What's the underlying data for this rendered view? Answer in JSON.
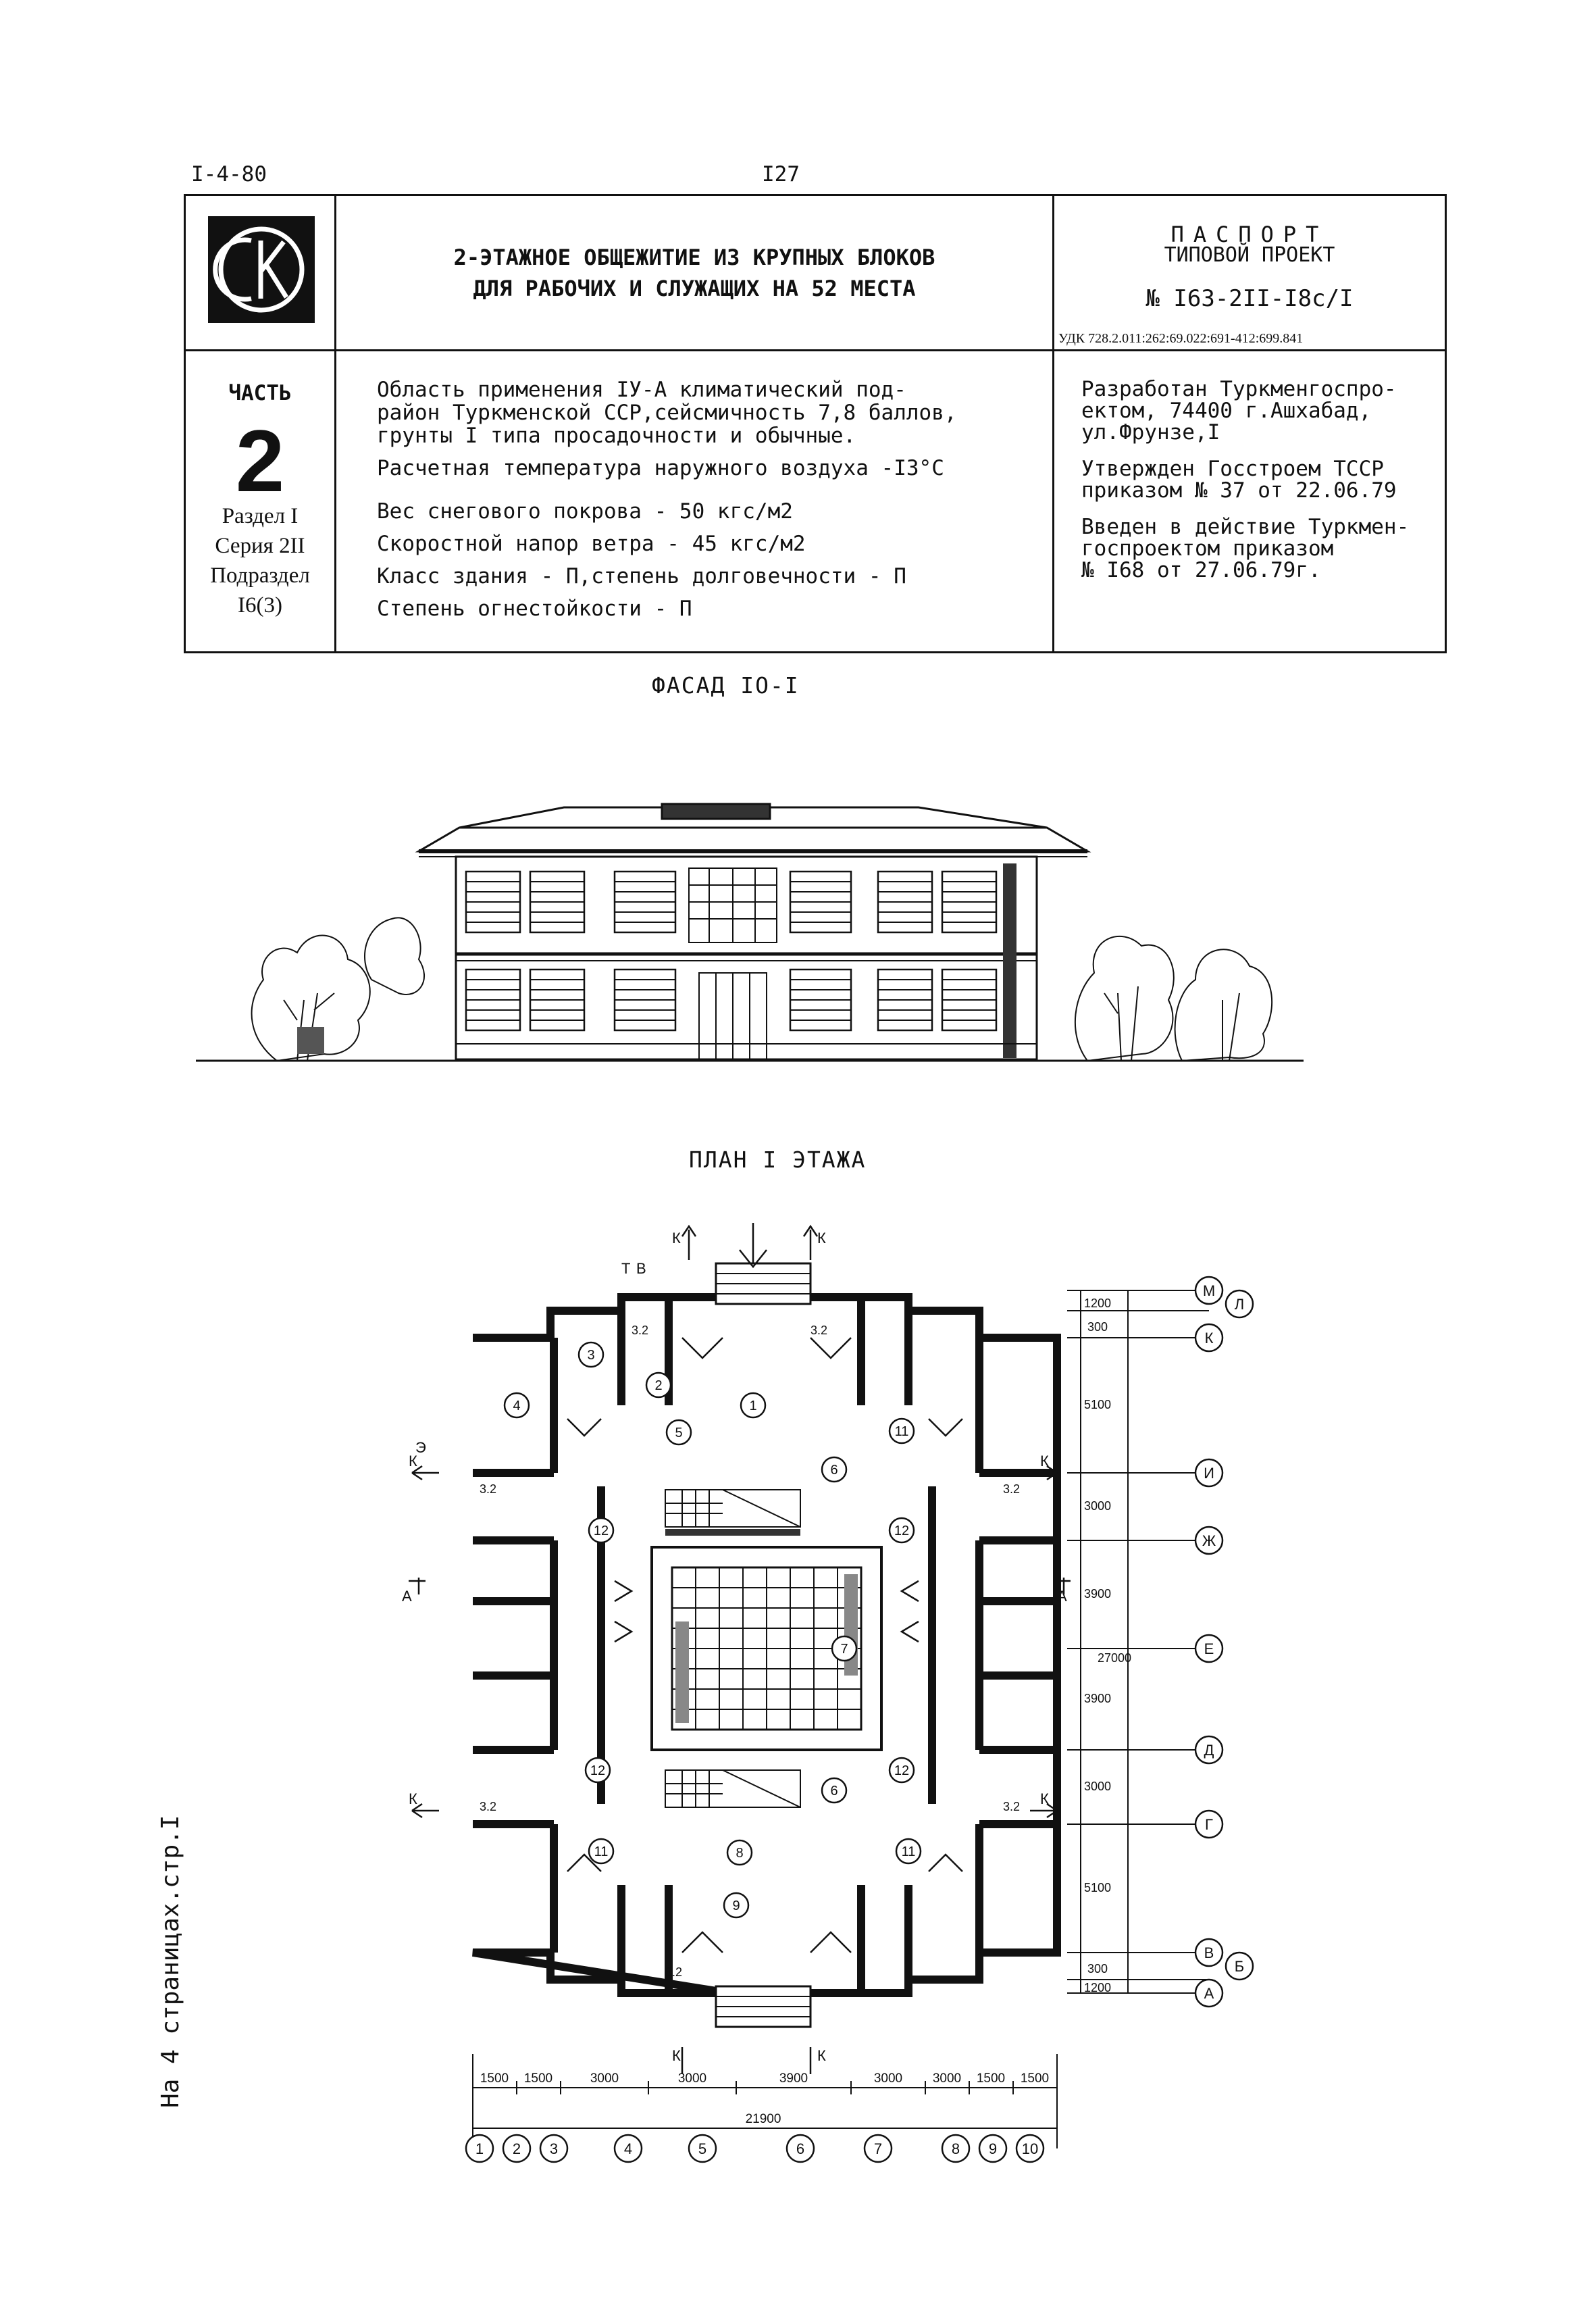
{
  "header": {
    "series_code": "I-4-80",
    "page_number": "I27"
  },
  "passport": {
    "logo_text": "СК",
    "title_line1": "2-ЭТАЖНОЕ ОБЩЕЖИТИЕ ИЗ КРУПНЫХ БЛОКОВ",
    "title_line2": "ДЛЯ РАБОЧИХ И СЛУЖАЩИХ НА 52 МЕСТА",
    "passport_word": "ПАСПОРТ",
    "typical_project": "ТИПОВОЙ ПРОЕКТ",
    "project_number": "№ I63-2II-I8с/I",
    "udk": "УДК 728.2.011:262:69.022:691-412:699.841",
    "part_label": "ЧАСТЬ",
    "part_number": "2",
    "section": "Раздел I",
    "series": "Серия 2II",
    "subsection_label": "Подраздел",
    "subsection_value": "I6(3)",
    "scope_l1": "Область применения IУ-А климатический под-",
    "scope_l2": "район Туркменской ССР,сейсмичность 7,8 баллов,",
    "scope_l3": "грунты I типа просадочности и обычные.",
    "temperature": "Расчетная температура наружного воздуха -I3°С",
    "snow": "Вес снегового покрова  -  50 кгс/м2",
    "wind": "Скоростной напор ветра -  45 кгс/м2",
    "building_class": "Класс здания - П,степень долговечности - П",
    "fire": "Степень огнестойкости - П",
    "developed_l1": "Разработан Туркменгоспро-",
    "developed_l2": "ектом, 74400 г.Ашхабад,",
    "developed_l3": "ул.Фрунзе,I",
    "approved_l1": "Утвержден Госстроем ТССР",
    "approved_l2": "приказом № 37 от 22.06.79",
    "enacted_l1": "Введен в действие Туркмен-",
    "enacted_l2": "госпроектом приказом",
    "enacted_l3": "№ I68 от 27.06.79г."
  },
  "facade": {
    "caption": "ФАСАД IO-I"
  },
  "plan": {
    "caption": "ПЛАН I ЭТАЖА",
    "room_labels": [
      "1",
      "2",
      "3",
      "4",
      "5",
      "6",
      "7",
      "8",
      "9",
      "11",
      "12",
      "3.2"
    ],
    "dims_bottom": [
      "1500",
      "1500",
      "3000",
      "3000",
      "3900",
      "3000",
      "3000",
      "1500",
      "1500"
    ],
    "total_width": "21900",
    "dims_right": [
      "1200",
      "300",
      "5100",
      "3000",
      "3900",
      "3900",
      "3000",
      "5100",
      "300",
      "1200"
    ],
    "total_height": "27000",
    "axes_bottom": [
      "1",
      "2",
      "3",
      "4",
      "5",
      "6",
      "7",
      "8",
      "9",
      "10"
    ],
    "axes_right": [
      "М",
      "Л",
      "К",
      "И",
      "Ж",
      "Е",
      "Д",
      "Г",
      "В",
      "Б",
      "А"
    ],
    "section_marks": [
      "К",
      "К",
      "К",
      "К",
      "К",
      "К",
      "К",
      "К",
      "А",
      "А",
      "Э",
      "Т",
      "В"
    ]
  },
  "side_note": "На 4 страницах.стр.I"
}
